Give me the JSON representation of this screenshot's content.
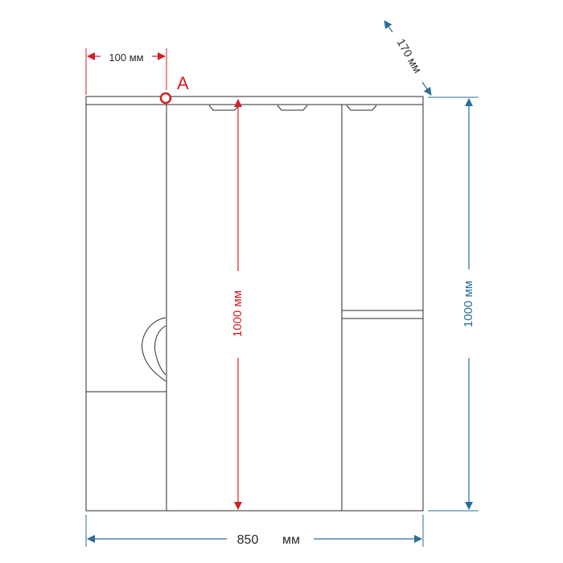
{
  "drawing": {
    "dims": {
      "top_offset": "100 мм",
      "depth": "170 мм",
      "center_height": "1000 мм",
      "right_height": "1000 мм",
      "width_value": "850",
      "width_unit": "мм"
    },
    "marker_label": "A"
  },
  "colors": {
    "outline": "#2b2b2b",
    "red_dim": "#d41f26",
    "blue_dim": "#2a6f97"
  }
}
